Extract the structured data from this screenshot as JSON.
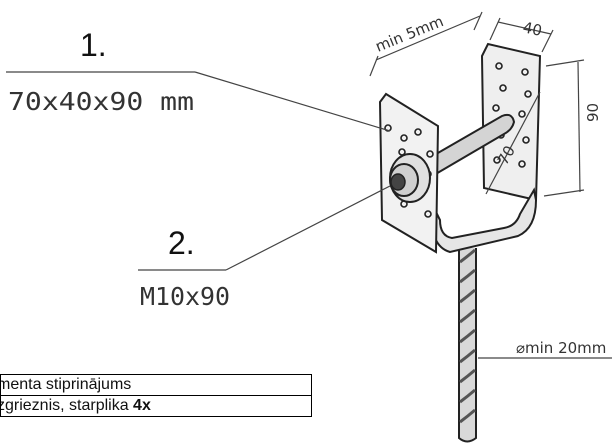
{
  "callouts": {
    "one": {
      "number": "1.",
      "spec": "70x40x90 mm"
    },
    "two": {
      "number": "2.",
      "spec": "M10x90"
    }
  },
  "dimensions": {
    "top_width": "40",
    "gap": "min 5mm",
    "height": "90",
    "depth": "70",
    "rod_diameter": "⌀min 20mm"
  },
  "legend": [
    {
      "text": "menta stiprinājums",
      "bold": ""
    },
    {
      "text": "zgrieznis, starplika ",
      "bold": "4x"
    }
  ],
  "colors": {
    "line": "#222222",
    "metal": "#e6e6e6",
    "rod": "#bdbdbd"
  }
}
